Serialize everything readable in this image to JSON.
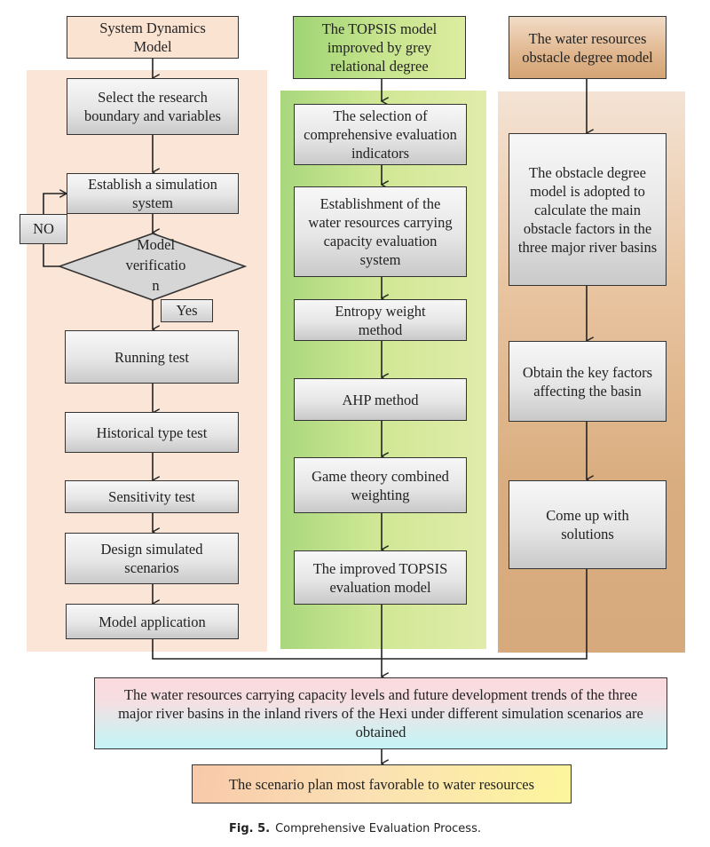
{
  "figure": {
    "caption_label": "Fig. 5.",
    "caption_text": "Comprehensive Evaluation Process."
  },
  "colors": {
    "left_panel": "#fbe5d6",
    "middle_panel": "#c6e48d",
    "right_panel": "#d9ad7f",
    "process_box": "#e6e6e6",
    "result_box_top": "#fcd9dd",
    "result_box_bottom": "#c6f4f6",
    "final_box_left": "#f8c9a9",
    "final_box_right": "#fdf59c"
  },
  "left_column": {
    "header": "System Dynamics Model",
    "steps": [
      "Select the research boundary and variables",
      "Establish a simulation system",
      "Model verification",
      "Running test",
      "Historical type test",
      "Sensitivity test",
      "Design simulated scenarios",
      "Model application"
    ],
    "decision": {
      "line1": "Model",
      "line2": "verificatio",
      "line3": "n",
      "no_label": "NO",
      "yes_label": "Yes"
    }
  },
  "middle_column": {
    "header": "The TOPSIS model improved by grey relational degree",
    "steps": [
      "The selection of comprehensive evaluation indicators",
      "Establishment of the water resources carrying capacity evaluation system",
      "Entropy weight method",
      "AHP method",
      "Game theory combined weighting",
      "The improved TOPSIS evaluation model"
    ]
  },
  "right_column": {
    "header": "The water resources obstacle degree model",
    "steps": [
      "The obstacle degree model is adopted to calculate the main obstacle factors in the three major river basins",
      "Obtain the key factors affecting the basin",
      "Come up with solutions"
    ]
  },
  "outputs": {
    "result": "The water resources carrying capacity levels and future development trends of the three major river basins in the inland rivers of the Hexi  under different simulation scenarios are obtained",
    "final": "The scenario plan most favorable to water resources"
  }
}
